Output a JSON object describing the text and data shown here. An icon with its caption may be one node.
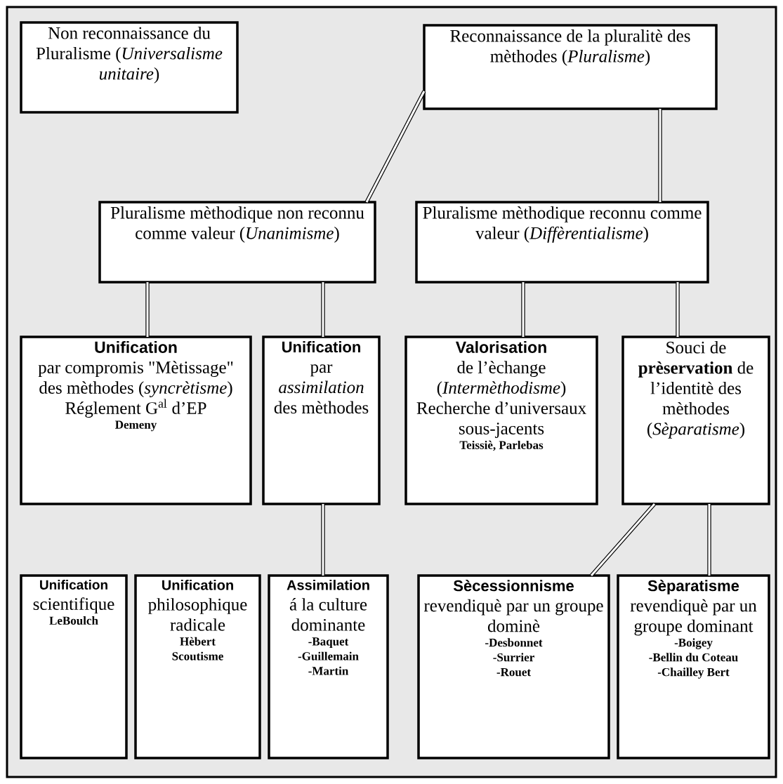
{
  "diagram": {
    "nodes": [
      {
        "text": [
          "Non reconnaissance du Pluralisme (*Universalisme unitaire*)"
        ]
      },
      {
        "text": [
          "Reconnaissance de la pluralitè des mèthodes (*Pluralisme*)"
        ]
      },
      {
        "text": [
          "Pluralisme mèthodique non reconnu comme valeur (*Unanimisme*)"
        ]
      },
      {
        "text": [
          "Pluralisme mèthodique reconnu comme valeur (*Diffèrentialisme*)"
        ]
      },
      {
        "text": [
          "Unification",
          "par compromis \"Mètissage\" des mèthodes (*syncrètisme*) Réglement G$^{al}$ d’EP",
          "Demeny"
        ]
      },
      {
        "text": [
          "Unification",
          "par *assimilation* des mèthodes"
        ]
      },
      {
        "text": [
          "Valorisation",
          "de l’èchange (*Intermèthodisme*) Recherche d’universaux sous-jacents",
          "Teissiè, Parlebas"
        ]
      },
      {
        "text": [
          "Souci de **prèservation** de l’identitè des mèthodes (*Sèparatisme*)"
        ]
      },
      {
        "text": [
          "Unification",
          "scientifique",
          "LeBoulch"
        ]
      },
      {
        "text": [
          "Unification",
          "philosophique radicale",
          "Hèbert",
          "Scoutisme"
        ]
      },
      {
        "text": [
          "Assimilation",
          "á la culture dominante",
          "-Baquet",
          "-Guillemain",
          "-Martin"
        ]
      },
      {
        "text": [
          "Sècessionnisme",
          "revendiquè par un groupe dominè",
          "-Desbonnet",
          "-Surrier",
          "-Rouet"
        ]
      },
      {
        "text": [
          "Sèparatisme",
          "revendiquè par un groupe dominant",
          "-Boigey",
          "-Bellin du Coteau",
          "-Chailley Bert"
        ]
      }
    ],
    "edges": [
      {
        "from": 1,
        "to": 2,
        "arrow": "none"
      },
      {
        "from": 1,
        "to": 3,
        "arrow": "none"
      },
      {
        "from": 2,
        "to": 4,
        "arrow": "none"
      },
      {
        "from": 2,
        "to": 5,
        "arrow": "none"
      },
      {
        "from": 3,
        "to": 6,
        "arrow": "none"
      },
      {
        "from": 3,
        "to": 7,
        "arrow": "none"
      },
      {
        "from": 5,
        "to": 10,
        "arrow": "none"
      },
      {
        "from": 7,
        "to": 11,
        "arrow": "none"
      },
      {
        "from": 7,
        "to": 12,
        "arrow": "none"
      }
    ]
  }
}
